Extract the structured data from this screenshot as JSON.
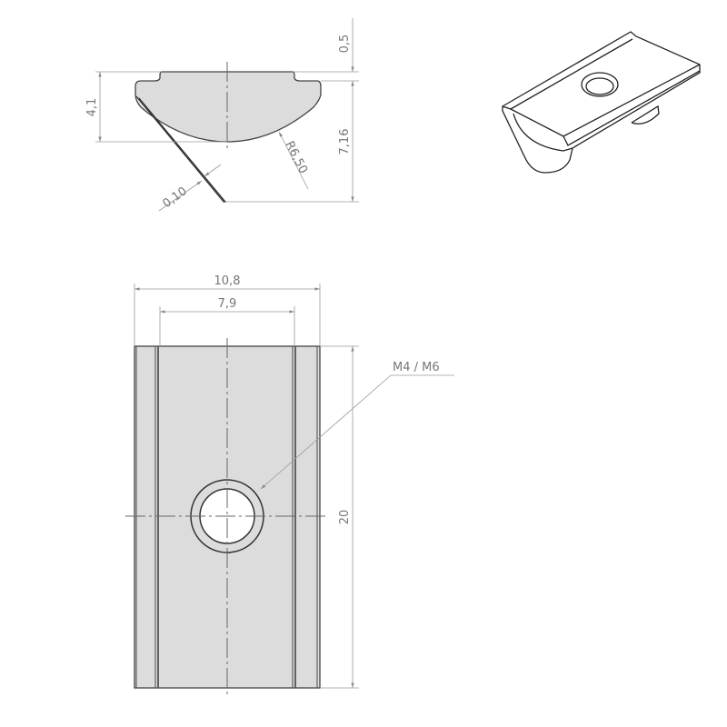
{
  "colors": {
    "part_fill": "#dcdcdc",
    "outline": "#444444",
    "dimension": "#9a9a9a"
  },
  "section_view": {
    "dim_top_offset": "0,5",
    "dim_height": "4,1",
    "dim_total_height": "7,16",
    "dim_radius": "R6,50",
    "dim_tab_thickness": "0,10"
  },
  "plan_view": {
    "dim_width_outer": "10,8",
    "dim_width_inner": "7,9",
    "dim_length": "20",
    "thread_callout": "M4 / M6"
  }
}
